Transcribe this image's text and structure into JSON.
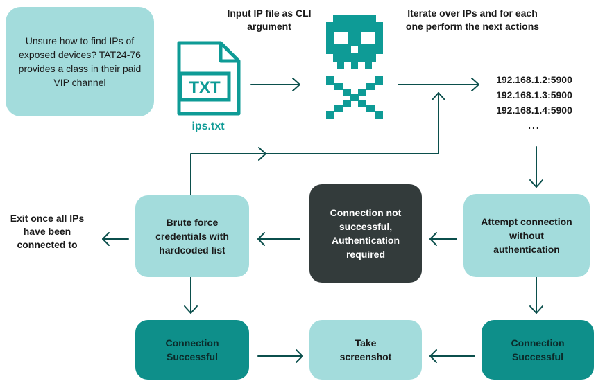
{
  "note": "Unsure how to find IPs of exposed devices? TAT24-76 provides a class in their paid VIP channel",
  "input_label": "Input IP file as CLI argument",
  "file": {
    "icon_text": "TXT",
    "name": "ips.txt"
  },
  "iterate_label": "Iterate over IPs and for each one perform the next actions",
  "ips": [
    "192.168.1.2:5900",
    "192.168.1.3:5900",
    "192.168.1.4:5900",
    "..."
  ],
  "exit_label": "Exit once all IPs have been connected to",
  "boxes": {
    "brute_force": "Brute force credentials with hardcoded list",
    "not_successful": "Connection not successful, Authentication required",
    "attempt": "Attempt connection without authentication",
    "success_left": "Connection Successful",
    "screenshot": "Take screenshot",
    "success_right": "Connection Successful"
  },
  "colors": {
    "light": "#a3dcdc",
    "teal": "#0e8f8a",
    "charcoal": "#333b3b",
    "arrow": "#0b4f4c",
    "accent": "#0e9b96"
  }
}
